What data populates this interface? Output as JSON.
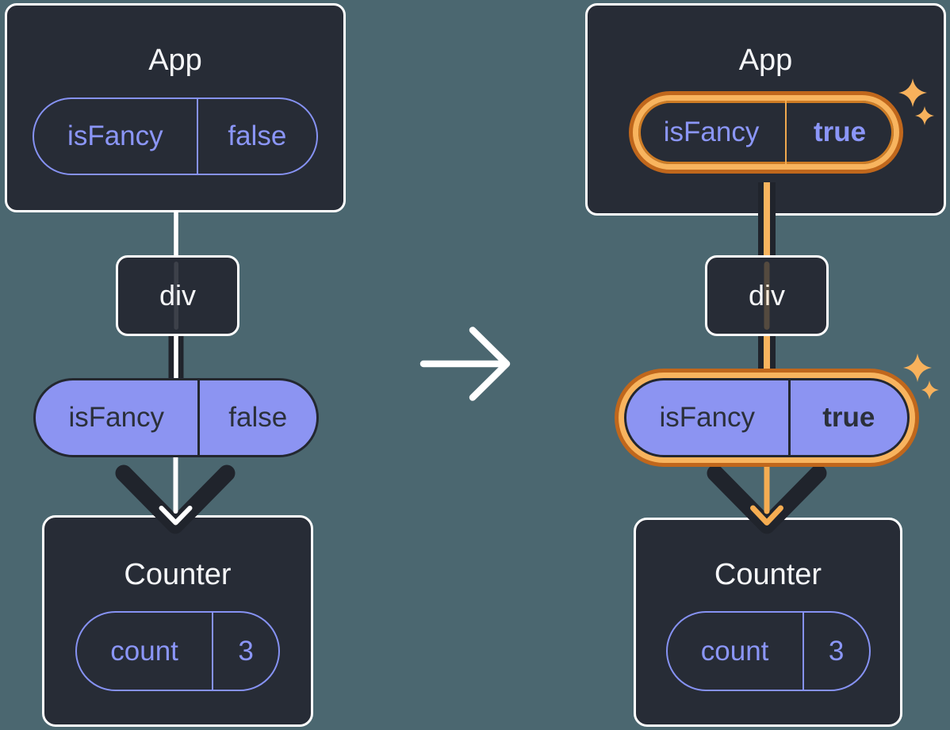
{
  "diagram": {
    "before": {
      "app": {
        "title": "App",
        "state_key": "isFancy",
        "state_value": "false"
      },
      "div_label": "div",
      "prop": {
        "key": "isFancy",
        "value": "false"
      },
      "counter": {
        "title": "Counter",
        "state_key": "count",
        "state_value": "3"
      }
    },
    "after": {
      "app": {
        "title": "App",
        "state_key": "isFancy",
        "state_value": "true"
      },
      "div_label": "div",
      "prop": {
        "key": "isFancy",
        "value": "true"
      },
      "counter": {
        "title": "Counter",
        "state_key": "count",
        "state_value": "3"
      }
    }
  },
  "icons": {
    "transition": "right-arrow-icon",
    "data_flow": "down-arrow-icon",
    "highlight": "sparkle-icon"
  },
  "colors": {
    "background": "#4b6770",
    "card_background": "#272c36",
    "card_border": "#ffffff",
    "purple_stroke": "#8692f3",
    "purple_text": "#8b96f8",
    "purple_fill": "#8c94f2",
    "dark_line": "#20242c",
    "orange_light": "#f8b45e",
    "orange_dark": "#c0671c",
    "sparkle": "#f7b15c"
  }
}
